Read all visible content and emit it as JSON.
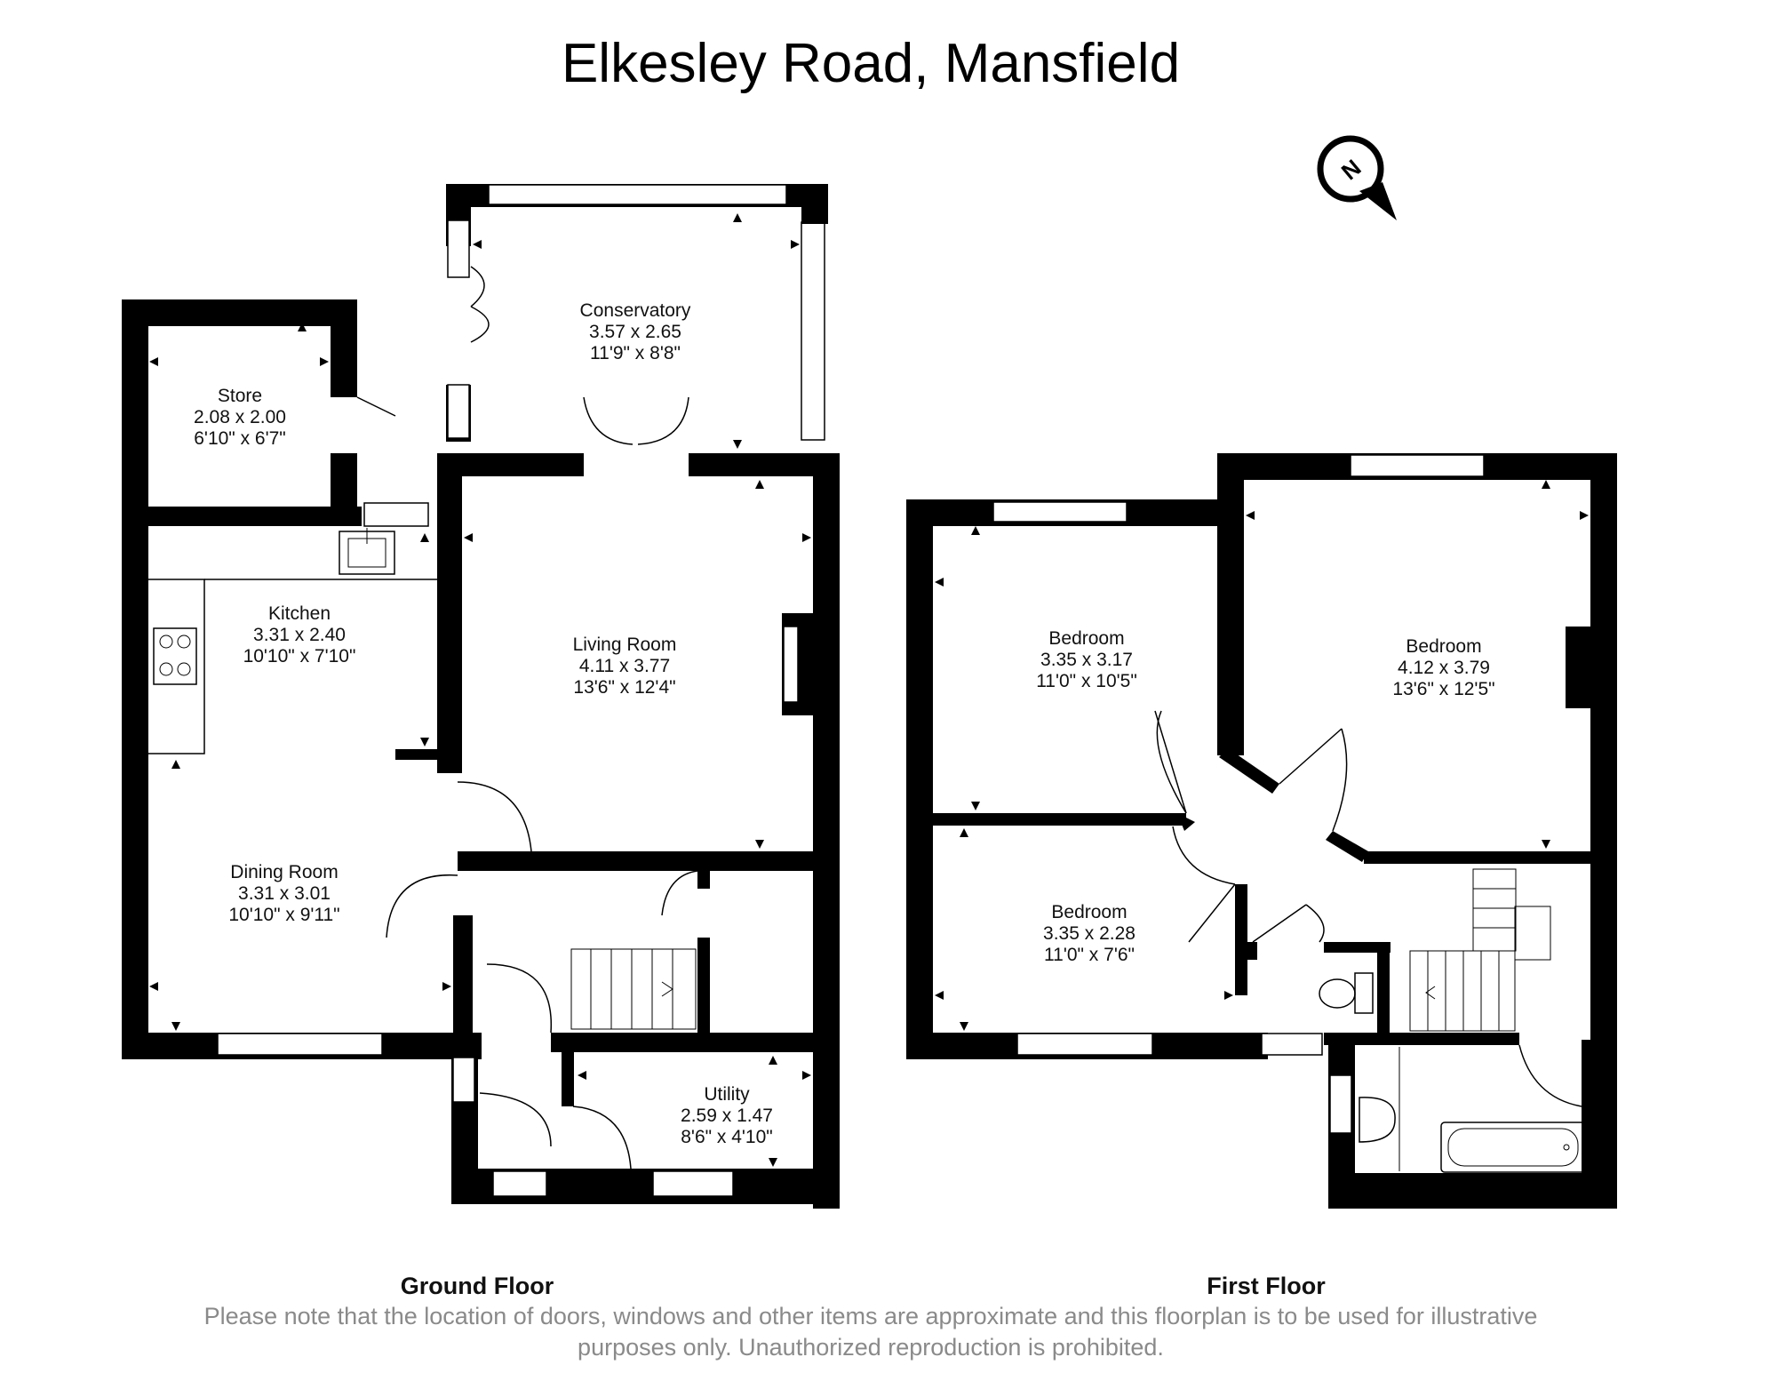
{
  "title": "Elkesley Road, Mansfield",
  "compass": {
    "label": "N"
  },
  "ground_floor": {
    "label": "Ground Floor",
    "rooms": [
      {
        "name": "Conservatory",
        "metric": "3.57 x 2.65",
        "imperial": "11'9\" x 8'8\""
      },
      {
        "name": "Store",
        "metric": "2.08 x 2.00",
        "imperial": "6'10\" x 6'7\""
      },
      {
        "name": "Kitchen",
        "metric": "3.31 x 2.40",
        "imperial": "10'10\" x 7'10\""
      },
      {
        "name": "Living Room",
        "metric": "4.11 x 3.77",
        "imperial": "13'6\" x 12'4\""
      },
      {
        "name": "Dining Room",
        "metric": "3.31 x 3.01",
        "imperial": "10'10\" x 9'11\""
      },
      {
        "name": "Utility",
        "metric": "2.59 x 1.47",
        "imperial": "8'6\" x 4'10\""
      }
    ]
  },
  "first_floor": {
    "label": "First Floor",
    "rooms": [
      {
        "name": "Bedroom",
        "metric": "3.35 x 3.17",
        "imperial": "11'0\" x 10'5\""
      },
      {
        "name": "Bedroom",
        "metric": "4.12 x 3.79",
        "imperial": "13'6\" x 12'5\""
      },
      {
        "name": "Bedroom",
        "metric": "3.35 x 2.28",
        "imperial": "11'0\" x 7'6\""
      }
    ]
  },
  "disclaimer": {
    "line1": "Please note that the location of doors, windows and other items are approximate and this floorplan is to be used for illustrative",
    "line2": "purposes only. Unauthorized reproduction is prohibited."
  }
}
